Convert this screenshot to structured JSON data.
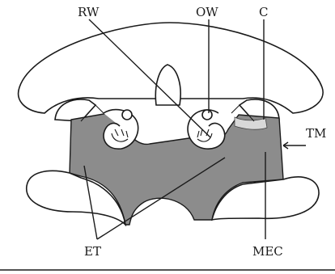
{
  "labels": {
    "rw": "RW",
    "ow": "OW",
    "c": "C",
    "tm": "TM",
    "et": "ET",
    "mec": "MEC"
  },
  "colors": {
    "cavity_fill": "#8c8c8c",
    "outline": "#1a1a1a",
    "background": "#ffffff"
  }
}
